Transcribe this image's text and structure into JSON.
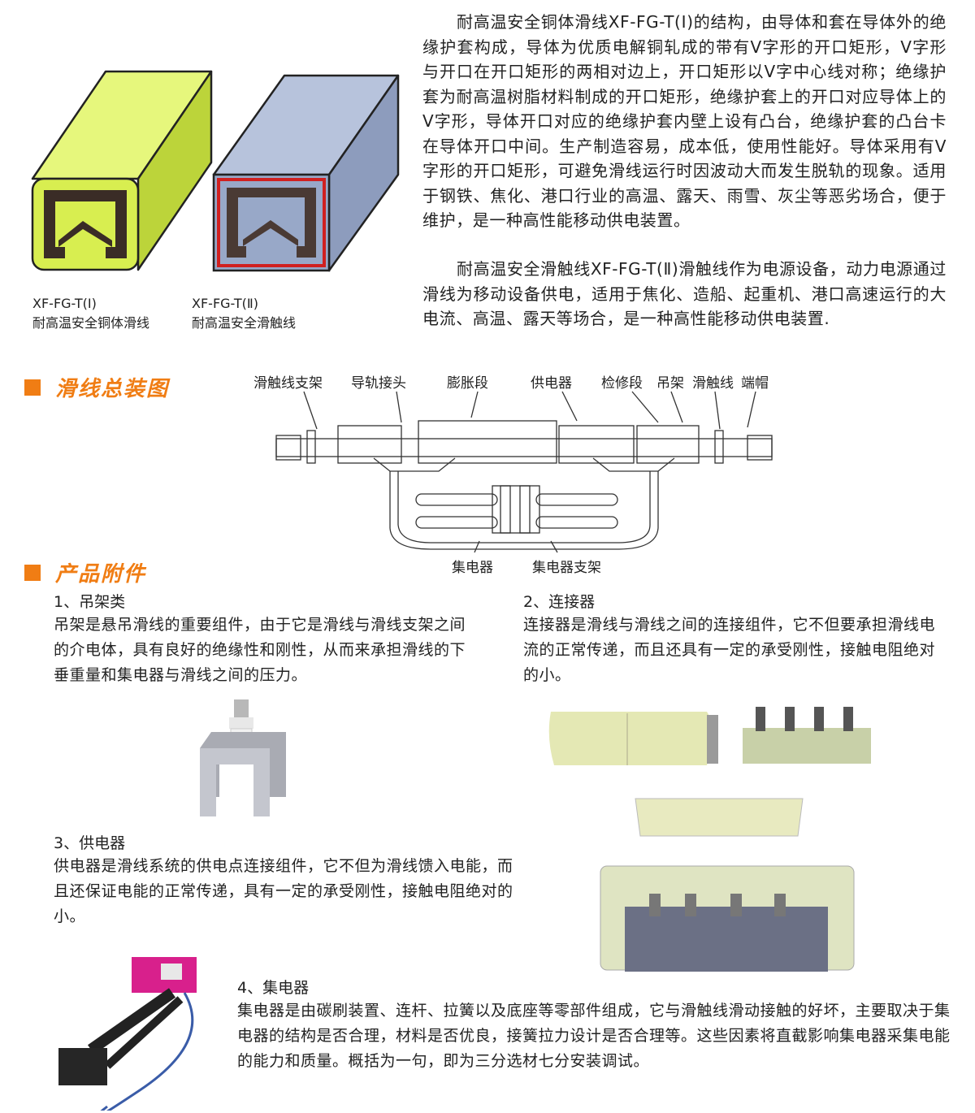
{
  "intro": {
    "para1": "耐高温安全铜体滑线XF-FG-T(Ⅰ)的结构，由导体和套在导体外的绝缘护套构成，导体为优质电解铜轧成的带有V字形的开口矩形，V字形与开口在开口矩形的两相对边上，开口矩形以V字中心线对称；绝缘护套为耐高温树脂材料制成的开口矩形，绝缘护套上的开口对应导体上的V字形，导体开口对应的绝缘护套内壁上设有凸台，绝缘护套的凸台卡在导体开口中间。生产制造容易，成本低，使用性能好。导体采用有V字形的开口矩形，可避免滑线运行时因波动大而发生脱轨的现象。适用于钢铁、焦化、港口行业的高温、露天、雨雪、灰尘等恶劣场合，便于维护，是一种高性能移动供电装置。",
    "para2": "耐高温安全滑触线XF-FG-T(Ⅱ)滑触线作为电源设备，动力电源通过滑线为移动设备供电，适用于焦化、造船、起重机、港口高速运行的大电流、高温、露天等场合，是一种高性能移动供电装置."
  },
  "products": [
    {
      "model": "XF-FG-T(Ⅰ)",
      "name": "耐高温安全铜体滑线",
      "color": "#d8ee50"
    },
    {
      "model": "XF-FG-T(Ⅱ)",
      "name": "耐高温安全滑触线",
      "color": "#98a8c8"
    }
  ],
  "assembly": {
    "title": "滑线总装图",
    "labels": [
      "滑触线支架",
      "导轨接头",
      "膨胀段",
      "供电器",
      "检修段",
      "吊架",
      "滑触线",
      "端帽"
    ],
    "bottom_labels": [
      "集电器",
      "集电器支架"
    ]
  },
  "accessories": {
    "title": "产品附件",
    "items": [
      {
        "title": "1、吊架类",
        "text": "吊架是悬吊滑线的重要组件，由于它是滑线与滑线支架之间的介电体，具有良好的绝缘性和刚性，从而来承担滑线的下垂重量和集电器与滑线之间的压力。"
      },
      {
        "title": "2、连接器",
        "text": "连接器是滑线与滑线之间的连接组件，它不但要承担滑线电流的正常传递，而且还具有一定的承受刚性，接触电阻绝对的小。"
      },
      {
        "title": "3、供电器",
        "text": "供电器是滑线系统的供电点连接组件，它不但为滑线馈入电能，而且还保证电能的正常传递，具有一定的承受刚性，接触电阻绝对的小。"
      },
      {
        "title": "4、集电器",
        "text": "集电器是由碳刷装置、连杆、拉簧以及底座等零部件组成，它与滑触线滑动接触的好坏，主要取决于集电器的结构是否合理，材料是否优良，接簧拉力设计是否合理等。这些因素将直截影响集电器采集电能的能力和质量。概括为一句，即为三分选材七分安装调试。"
      }
    ]
  },
  "colors": {
    "accent": "#f07d14"
  }
}
